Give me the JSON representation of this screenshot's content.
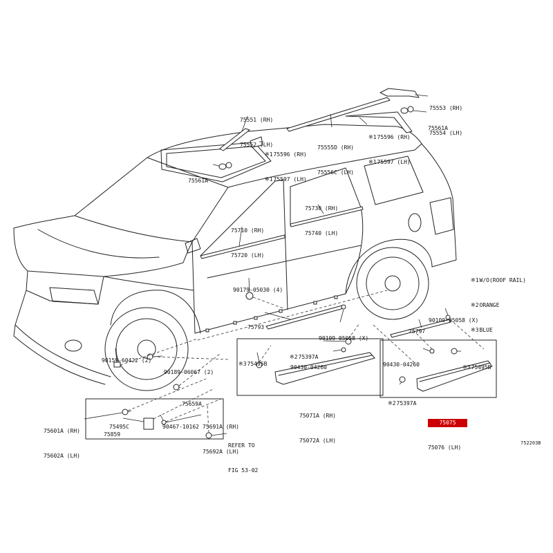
{
  "figure_code": "752203B",
  "colors": {
    "line": "#222222",
    "highlight": "#cc0000",
    "highlight_text": "#ffffff",
    "background": "#ffffff"
  },
  "notes": [
    {
      "mark": "※1",
      "text": "W/O(ROOF RAIL)"
    },
    {
      "mark": "※2",
      "text": "ORANGE"
    },
    {
      "mark": "※3",
      "text": "BLUE"
    }
  ],
  "callouts": [
    {
      "lines": [
        "75551 (RH)",
        "75552 (LH)"
      ]
    },
    {
      "lines": [
        "75553 (RH)",
        "75554 (LH)"
      ]
    },
    {
      "lines": [
        "75561A"
      ]
    },
    {
      "lines": [
        {
          "mark": "※1",
          "code": "75596 (RH)"
        },
        {
          "mark": "※1",
          "code": "75597 (LH)"
        }
      ]
    },
    {
      "lines": [
        "75555D (RH)",
        "75556C (LH)"
      ]
    },
    {
      "lines": [
        {
          "mark": "※1",
          "code": "75596 (RH)"
        },
        {
          "mark": "※1",
          "code": "75597 (LH)"
        }
      ]
    },
    {
      "lines": [
        "75561A"
      ]
    },
    {
      "lines": [
        "75730 (RH)",
        "75740 (LH)"
      ]
    },
    {
      "lines": [
        "75710 (RH)",
        "75720 (LH)"
      ]
    },
    {
      "lines": [
        "90179-05030 (4)"
      ]
    },
    {
      "lines": [
        "90109-05058 (X)"
      ]
    },
    {
      "lines": [
        "75793"
      ]
    },
    {
      "lines": [
        "75797"
      ]
    },
    {
      "lines": [
        "90109-05058 (X)"
      ]
    },
    {
      "lines": [
        {
          "mark": "※3",
          "code": "75495B"
        }
      ]
    },
    {
      "lines": [
        {
          "mark": "※2",
          "code": "75397A"
        }
      ]
    },
    {
      "lines": [
        "90430-04260"
      ]
    },
    {
      "lines": [
        "90430-04260"
      ]
    },
    {
      "lines": [
        {
          "mark": "※3",
          "code": "75495B"
        }
      ]
    },
    {
      "lines": [
        "90159-60422 (2)"
      ]
    },
    {
      "lines": [
        "90189-06067 (2)"
      ]
    },
    {
      "lines": [
        "75659A"
      ]
    },
    {
      "lines": [
        {
          "mark": "※2",
          "code": "75397A"
        }
      ]
    },
    {
      "lines": [
        "75071A (RH)",
        "75072A (LH)"
      ]
    },
    {
      "lines": [
        "75075",
        "75076 (LH)"
      ],
      "highlighted": true
    },
    {
      "lines": [
        "75495C"
      ]
    },
    {
      "lines": [
        "90467-10162"
      ]
    },
    {
      "lines": [
        "75691A (RH)",
        "75692A (LH)"
      ]
    },
    {
      "lines": [
        "75601A (RH)",
        "75602A (LH)"
      ]
    },
    {
      "lines": [
        "75859"
      ]
    },
    {
      "lines": [
        "REFER TO",
        "FIG 53-02"
      ]
    }
  ]
}
